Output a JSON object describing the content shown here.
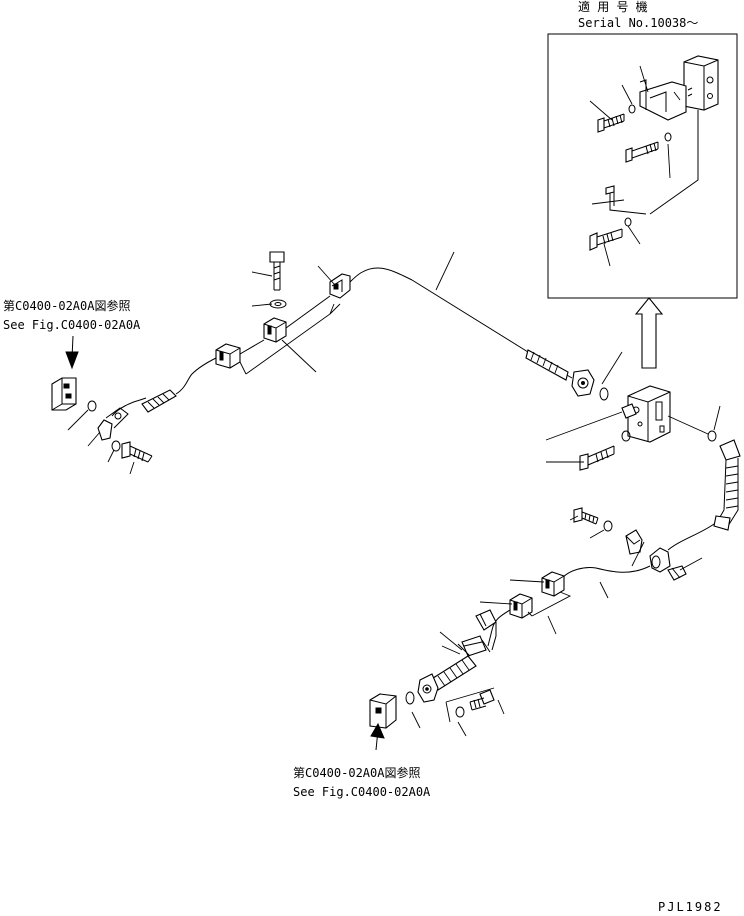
{
  "inset": {
    "title_ja": "適 用 号 機",
    "serial": "Serial No.10038～"
  },
  "refs": [
    {
      "ja": "第C0400-02A0A図参照",
      "en": "See Fig.C0400-02A0A"
    },
    {
      "ja": "第C0400-02A0A図参照",
      "en": "See Fig.C0400-02A0A"
    }
  ],
  "drawing_number": "PJL1982"
}
